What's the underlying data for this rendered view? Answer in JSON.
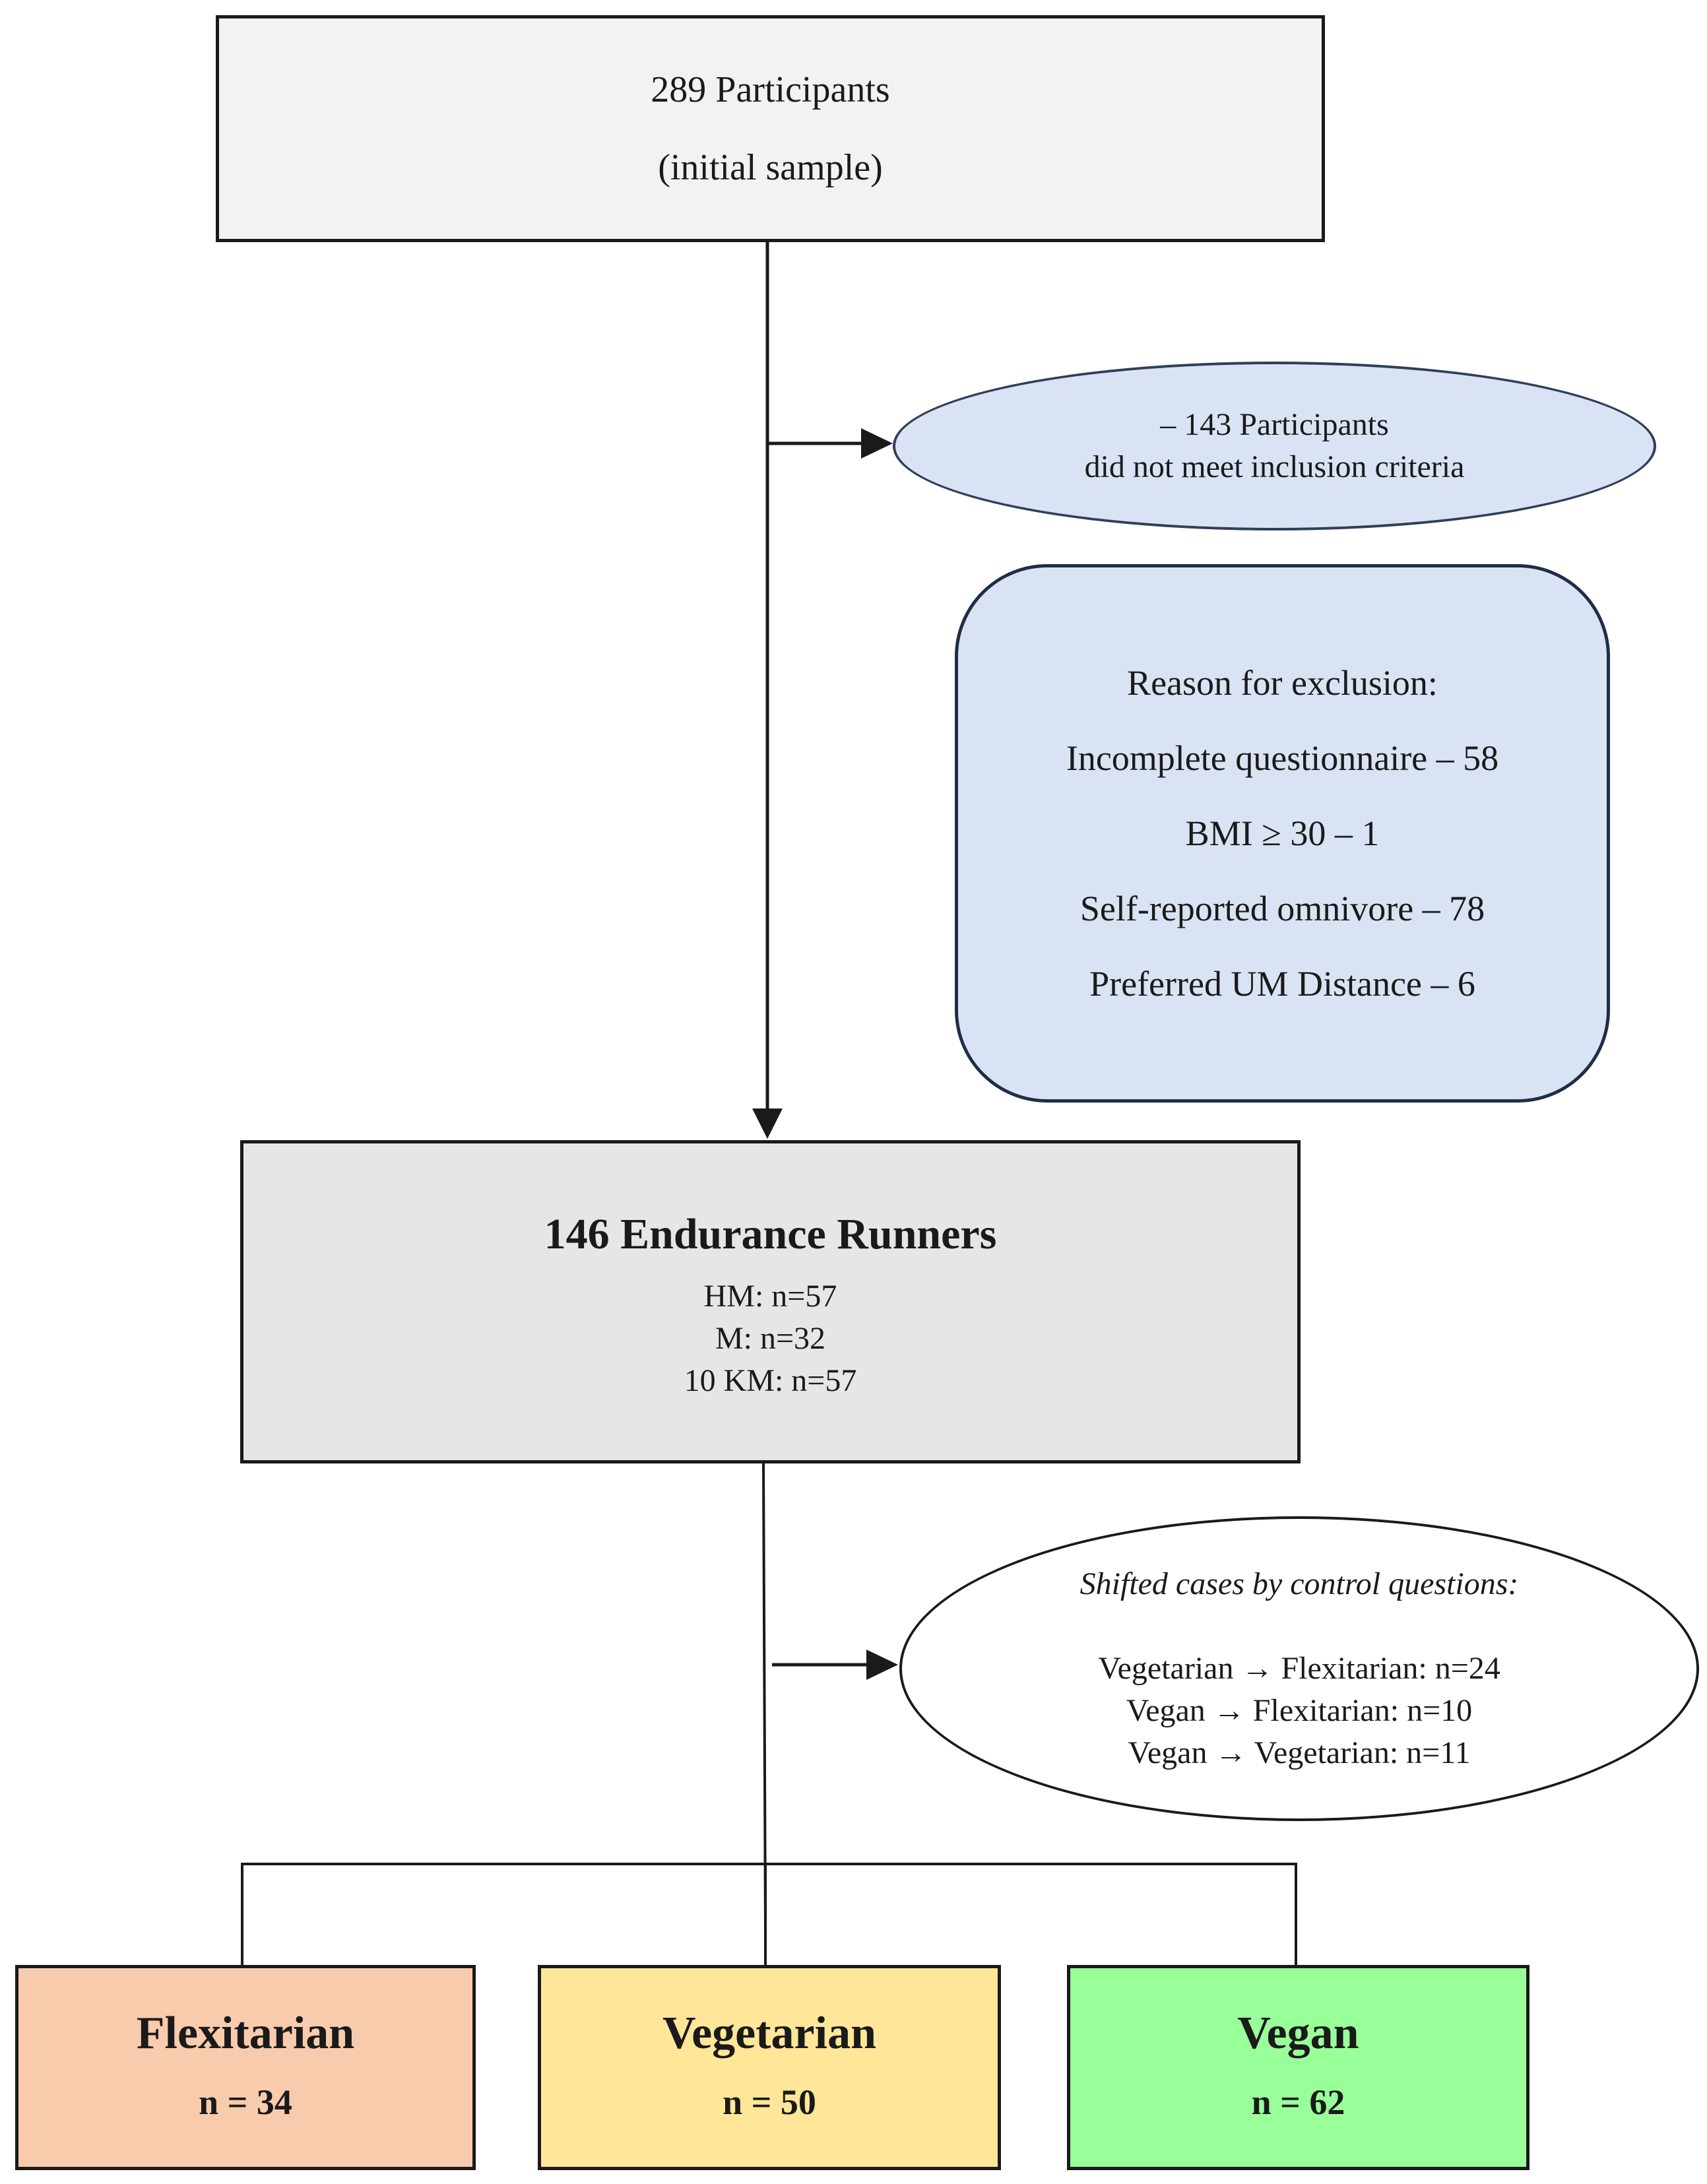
{
  "initial": {
    "line1": "289 Participants",
    "line2": "(initial sample)"
  },
  "excluded": {
    "line1": "– 143 Participants",
    "line2": "did not meet inclusion criteria"
  },
  "reasons": {
    "heading": "Reason for exclusion:",
    "items": [
      "Incomplete questionnaire – 58",
      "BMI ≥ 30 – 1",
      "Self-reported omnivore – 78",
      "Preferred UM Distance – 6"
    ]
  },
  "runners": {
    "title": "146 Endurance Runners",
    "lines": [
      "HM: n=57",
      "M: n=32",
      "10 KM: n=57"
    ]
  },
  "shifted": {
    "note": "Shifted cases by control questions:",
    "lines": [
      "Vegetarian → Flexitarian: n=24",
      "Vegan → Flexitarian: n=10",
      "Vegan → Vegetarian: n=11"
    ]
  },
  "groups": [
    {
      "name": "Flexitarian",
      "n": "n = 34"
    },
    {
      "name": "Vegetarian",
      "n": "n = 50"
    },
    {
      "name": "Vegan",
      "n": "n = 62"
    }
  ],
  "colors": {
    "initial_fill": "#f2f2f2",
    "excluded_fill": "#dae3f3",
    "runners_fill": "#e7e6e6",
    "flexitarian_fill": "#f8cbad",
    "vegetarian_fill": "#ffe699",
    "vegan_fill": "#99ff99"
  }
}
